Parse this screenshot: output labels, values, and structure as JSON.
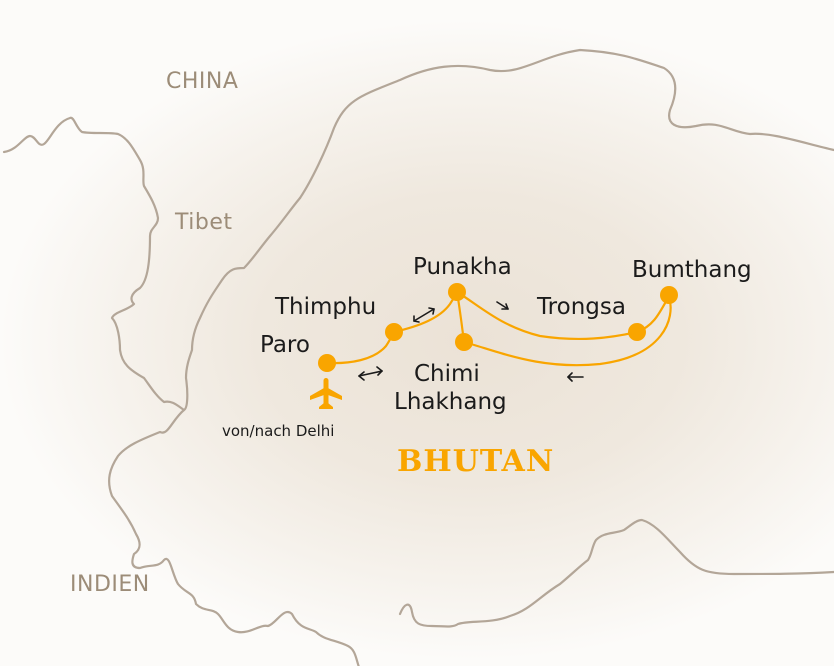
{
  "map": {
    "country_label": "BHUTAN",
    "regions": [
      {
        "name": "china",
        "label": "CHINA"
      },
      {
        "name": "tibet",
        "label": "Tibet"
      },
      {
        "name": "india",
        "label": "INDIEN"
      }
    ],
    "stops": [
      {
        "id": "paro",
        "label": "Paro"
      },
      {
        "id": "thimphu",
        "label": "Thimphu"
      },
      {
        "id": "punakha",
        "label": "Punakha"
      },
      {
        "id": "trongsa",
        "label": "Trongsa"
      },
      {
        "id": "bumthang",
        "label": "Bumthang"
      },
      {
        "id": "chimi-lhakhang",
        "label_line1": "Chimi",
        "label_line2": "Lhakhang"
      }
    ],
    "airport": {
      "icon": "airplane-icon",
      "label": "von/nach Delhi"
    },
    "colors": {
      "route": "#f9a500",
      "border": "#b3a698",
      "region_text": "#9c8c78",
      "city_text": "#1b1b1b",
      "country_text": "#f9a500"
    }
  }
}
